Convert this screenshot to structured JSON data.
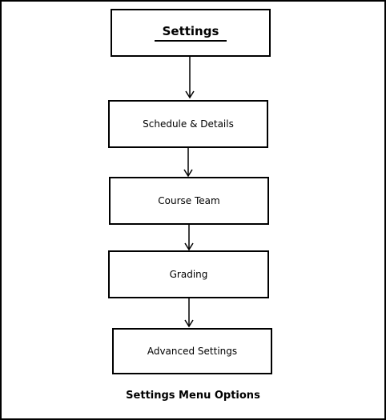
{
  "diagram": {
    "title_node": "Settings",
    "nodes": [
      "Schedule & Details",
      "Course Team",
      "Grading",
      "Advanced Settings"
    ],
    "caption": "Settings Menu Options"
  }
}
